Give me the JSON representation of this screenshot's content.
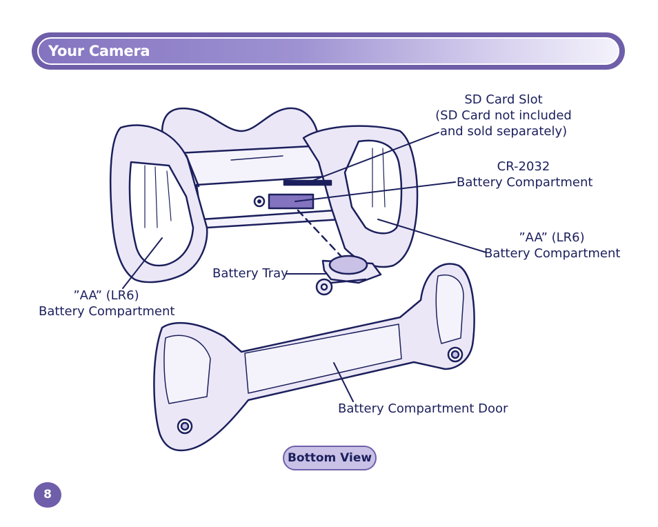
{
  "header": {
    "title": "Your Camera"
  },
  "labels": {
    "sd_slot": [
      "SD Card Slot",
      "(SD Card not included",
      "and sold separately)"
    ],
    "cr2032": [
      "CR-2032",
      "Battery Compartment"
    ],
    "aa_right": [
      "”AA” (LR6)",
      "Battery Compartment"
    ],
    "aa_left": [
      "”AA” (LR6)",
      "Battery Compartment"
    ],
    "battery_tray": "Battery Tray",
    "door": "Battery Compartment Door"
  },
  "view_badge": "Bottom View",
  "page_number": "8",
  "colors": {
    "accent": "#6f5ea9",
    "line": "#1b1f5c",
    "fill": "#ebe7f6"
  }
}
